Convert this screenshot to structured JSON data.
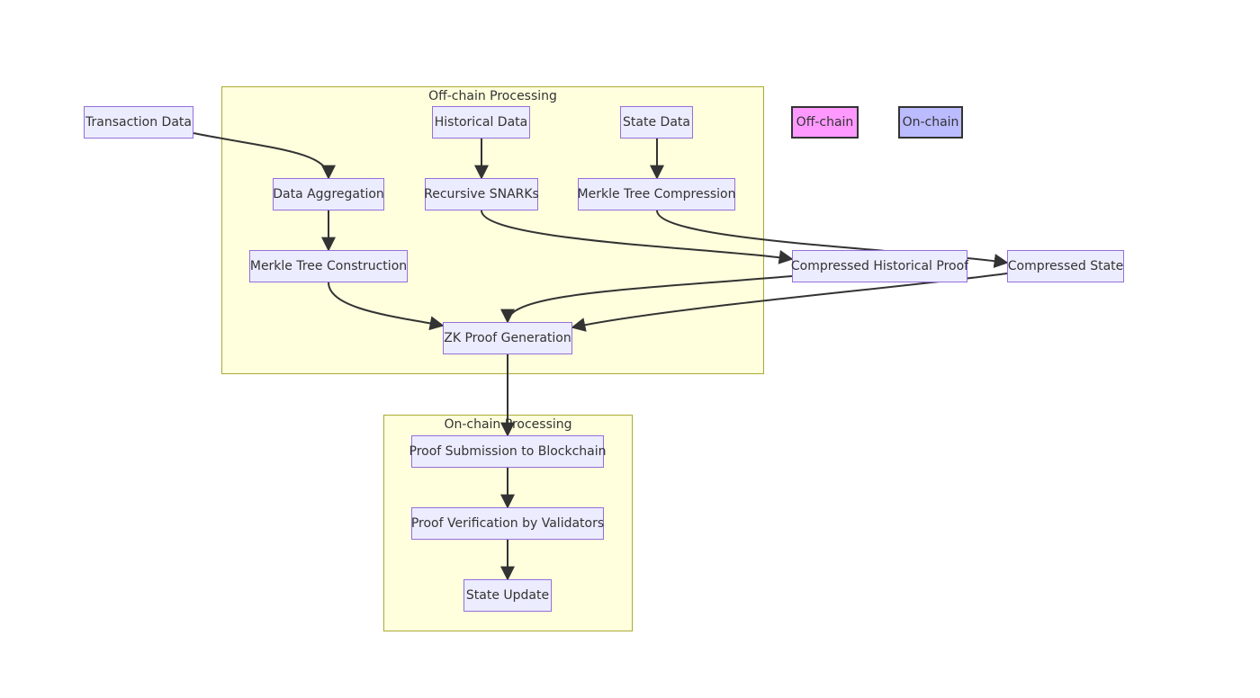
{
  "clusters": {
    "offchain": "Off-chain Processing",
    "onchain": "On-chain Processing"
  },
  "nodes": {
    "transaction_data": "Transaction Data",
    "historical_data": "Historical Data",
    "state_data": "State Data",
    "data_aggregation": "Data Aggregation",
    "recursive_snarks": "Recursive SNARKs",
    "merkle_tree_compression": "Merkle Tree Compression",
    "merkle_tree_construction": "Merkle Tree Construction",
    "compressed_historical_proof": "Compressed Historical Proof",
    "compressed_state": "Compressed State",
    "zk_proof_generation": "ZK Proof Generation",
    "proof_submission": "Proof Submission to Blockchain",
    "proof_verification": "Proof Verification by Validators",
    "state_update": "State Update"
  },
  "legend": {
    "offchain": "Off-chain",
    "onchain": "On-chain"
  },
  "colors": {
    "node_fill": "#ececff",
    "node_border": "#9370db",
    "cluster_fill": "#ffffde",
    "cluster_border": "#aaaa33",
    "edge": "#333333",
    "legend_offchain_fill": "#ff99ff",
    "legend_onchain_fill": "#bbbbff"
  },
  "edges": [
    [
      "transaction_data",
      "data_aggregation"
    ],
    [
      "historical_data",
      "recursive_snarks"
    ],
    [
      "state_data",
      "merkle_tree_compression"
    ],
    [
      "data_aggregation",
      "merkle_tree_construction"
    ],
    [
      "recursive_snarks",
      "compressed_historical_proof"
    ],
    [
      "merkle_tree_compression",
      "compressed_state"
    ],
    [
      "merkle_tree_construction",
      "zk_proof_generation"
    ],
    [
      "compressed_historical_proof",
      "zk_proof_generation"
    ],
    [
      "compressed_state",
      "zk_proof_generation"
    ],
    [
      "zk_proof_generation",
      "proof_submission"
    ],
    [
      "proof_submission",
      "proof_verification"
    ],
    [
      "proof_verification",
      "state_update"
    ]
  ]
}
